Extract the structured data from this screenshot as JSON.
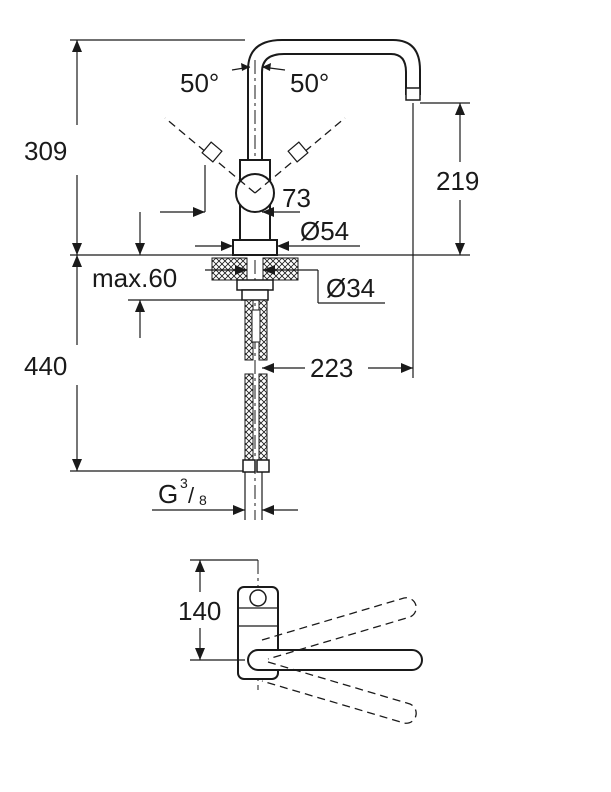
{
  "dimensions": {
    "total_height_above_deck": "309",
    "spout_height": "219",
    "below_deck_length": "440",
    "handle_height": "73",
    "base_diameter": "Ø54",
    "hole_diameter": "Ø34",
    "max_deck_thickness": "max.60",
    "spout_reach": "223",
    "swivel_left": "50°",
    "swivel_right": "50°",
    "thread": {
      "prefix": "G",
      "num": "3",
      "den": "8"
    },
    "handle_depth": "140"
  }
}
